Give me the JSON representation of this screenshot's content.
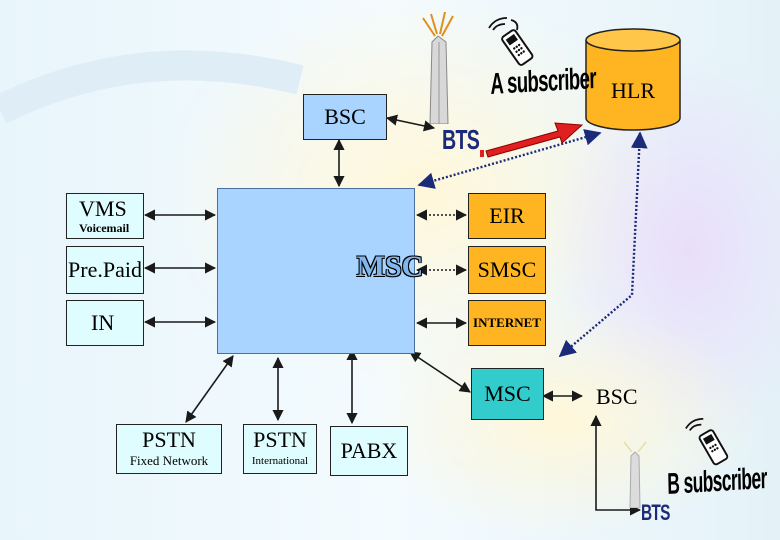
{
  "nodes": {
    "bsc_top": "BSC",
    "hlr": "HLR",
    "vms": "VMS",
    "vms_sub": "Voicemail",
    "prepaid": "Pre.Paid",
    "in": "IN",
    "msc_main": "MSC",
    "eir": "EIR",
    "smsc": "SMSC",
    "internet": "INTERNET",
    "msc_secondary": "MSC",
    "bsc_right": "BSC",
    "pstn_fixed": "PSTN",
    "pstn_fixed_sub": "Fixed Network",
    "pstn_intl": "PSTN",
    "pstn_intl_sub": "International",
    "pabx": "PABX",
    "a_subscriber": "A subscriber",
    "b_subscriber": "B subscriber",
    "bts_top": "BTS",
    "bts_bottom": "BTS"
  },
  "colors": {
    "box_blue": "#a8d4ff",
    "box_cyan": "#dffcff",
    "box_orange": "#ffb521",
    "box_teal": "#33cccc",
    "signal_arrow": "#e02020",
    "hlr_fill": "#ffb521"
  },
  "icons": [
    "bts-tower-icon",
    "mobile-phone-icon",
    "signal-waves-icon",
    "hlr-database-icon"
  ]
}
